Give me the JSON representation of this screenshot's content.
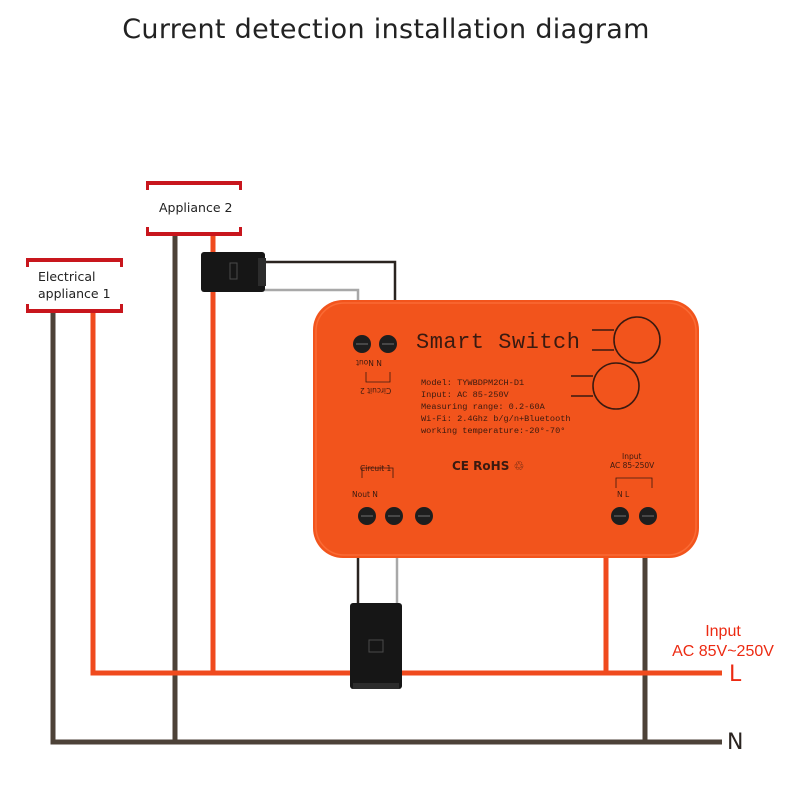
{
  "title": "Current detection installation diagram",
  "labels": {
    "appliance1_line1": "Electrical",
    "appliance1_line2": "appliance 1",
    "appliance2": "Appliance 2",
    "input_line1": "Input",
    "input_line2": "AC 85V~250V",
    "live": "L",
    "neutral": "N"
  },
  "device": {
    "name": "Smart  Switch",
    "specs": [
      "Model: TYWBDPM2CH-D1",
      "Input: AC 85-250V",
      "Measuring range:  0.2-60A",
      "Wi-Fi: 2.4Ghz b/g/n+Bluetooth",
      "working temperature:-20°-70°"
    ],
    "certifications": "CE RoHS ♲",
    "circuit1_label": "Circuit 1",
    "circuit1_terminals": "Nout   N",
    "circuit2_label": "Circuit 2",
    "circuit2_terminals": "N   Nout",
    "input_terminal_label": "Input",
    "input_terminal_range": "AC 85-250V",
    "input_terminals": "N   L"
  },
  "colors": {
    "live_wire": "#f04a1e",
    "neutral_wire": "#4d4238",
    "device_body": "#f2541c",
    "label_red": "#c8161d",
    "input_text": "#ec2a12",
    "clamp": "#161616"
  },
  "icons": [
    "current-clamp-icon",
    "terminal-screw-icon",
    "button-icon"
  ]
}
